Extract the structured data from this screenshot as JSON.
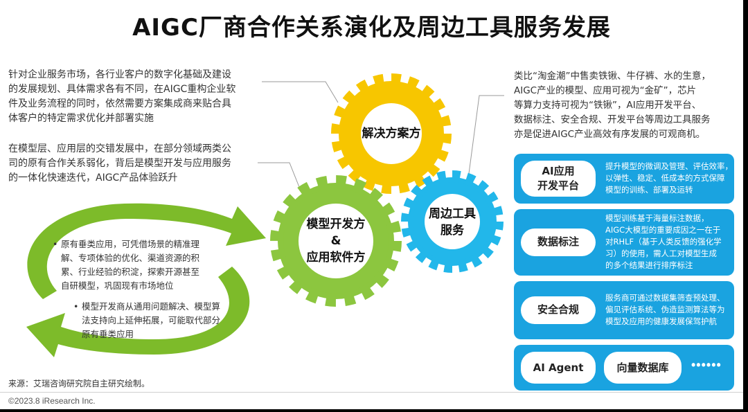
{
  "title": "AIGC厂商合作关系演化及周边工具服务发展",
  "left_text": {
    "para1": [
      "针对企业服务市场，各行业客户的数字化基础及建设",
      "的发展规划、具体需求各有不同，在AIGC重构企业软",
      "件及业务流程的同时，依然需要方案集成商来贴合具",
      "体客户的特定需求优化并部署实施"
    ],
    "para2": [
      "在模型层、应用层的交错发展中，在部分领域两类公",
      "司的原有合作关系弱化，背后是模型开发与应用服务",
      "的一体化快速迭代，AIGC产品体验跃升"
    ]
  },
  "bullets": [
    {
      "marker": "•",
      "lines": [
        "原有垂类应用，可凭借场景的精准理",
        "解、专项体验的优化、渠道资源的积",
        "累、行业经验的积淀，探索开源甚至",
        "自研模型，巩固现有市场地位"
      ]
    },
    {
      "marker": "•",
      "lines": [
        "模型开发商从通用问题解决、模型算",
        "法支持向上延伸拓展，可能取代部分",
        "原有垂类应用"
      ]
    }
  ],
  "gears": {
    "solution": {
      "label_lines": [
        "解决方案方"
      ],
      "color": "#f7c600"
    },
    "model": {
      "label_lines": [
        "模型开发方",
        "&",
        "应用软件方"
      ],
      "color": "#8cc63f"
    },
    "tools": {
      "label_lines": [
        "周边工具",
        "服务"
      ],
      "color": "#22b7ea"
    }
  },
  "right_text": [
    "类比“淘金潮”中售卖铁锹、牛仔裤、水的生意，",
    "AIGC产业的模型、应用可视为“金矿”，芯片",
    "等算力支持可视为“铁锹”，AI应用开发平台、",
    "数据标注、安全合规、开发平台等周边工具服务",
    "亦是促进AIGC产业高效有序发展的可观商机。"
  ],
  "cards": [
    {
      "pill_lines": [
        "AI应用",
        "开发平台"
      ],
      "desc_lines": [
        "提升模型的微调及管理、评估效率，",
        "以弹性、稳定、低成本的方式保障",
        "模型的训练、部署及运转"
      ]
    },
    {
      "pill_lines": [
        "数据标注"
      ],
      "desc_lines": [
        "模型训练基于海量标注数据，",
        "AIGC大模型的重要成因之一在于",
        "对RHLF（基于人类反馈的强化学",
        "习）的使用，需人工对模型生成",
        "的多个结果进行排序标注"
      ]
    },
    {
      "pill_lines": [
        "安全合规"
      ],
      "desc_lines": [
        "服务商可通过数据集筛查预处理、",
        "偏见评估系统、伪造监测算法等为",
        "模型及应用的健康发展保驾护航"
      ]
    }
  ],
  "bottom_card": {
    "pill1": "AI Agent",
    "pill2": "向量数据库",
    "more": "••••••"
  },
  "source": "来源：艾瑞咨询研究院自主研究绘制。",
  "copyright": "©2023.8 iResearch Inc.",
  "colors": {
    "card_blue": "#1aa3e0",
    "arrow_green": "#7dbb2a",
    "yellow": "#f7c600",
    "green": "#8cc63f",
    "cyan": "#22b7ea"
  }
}
